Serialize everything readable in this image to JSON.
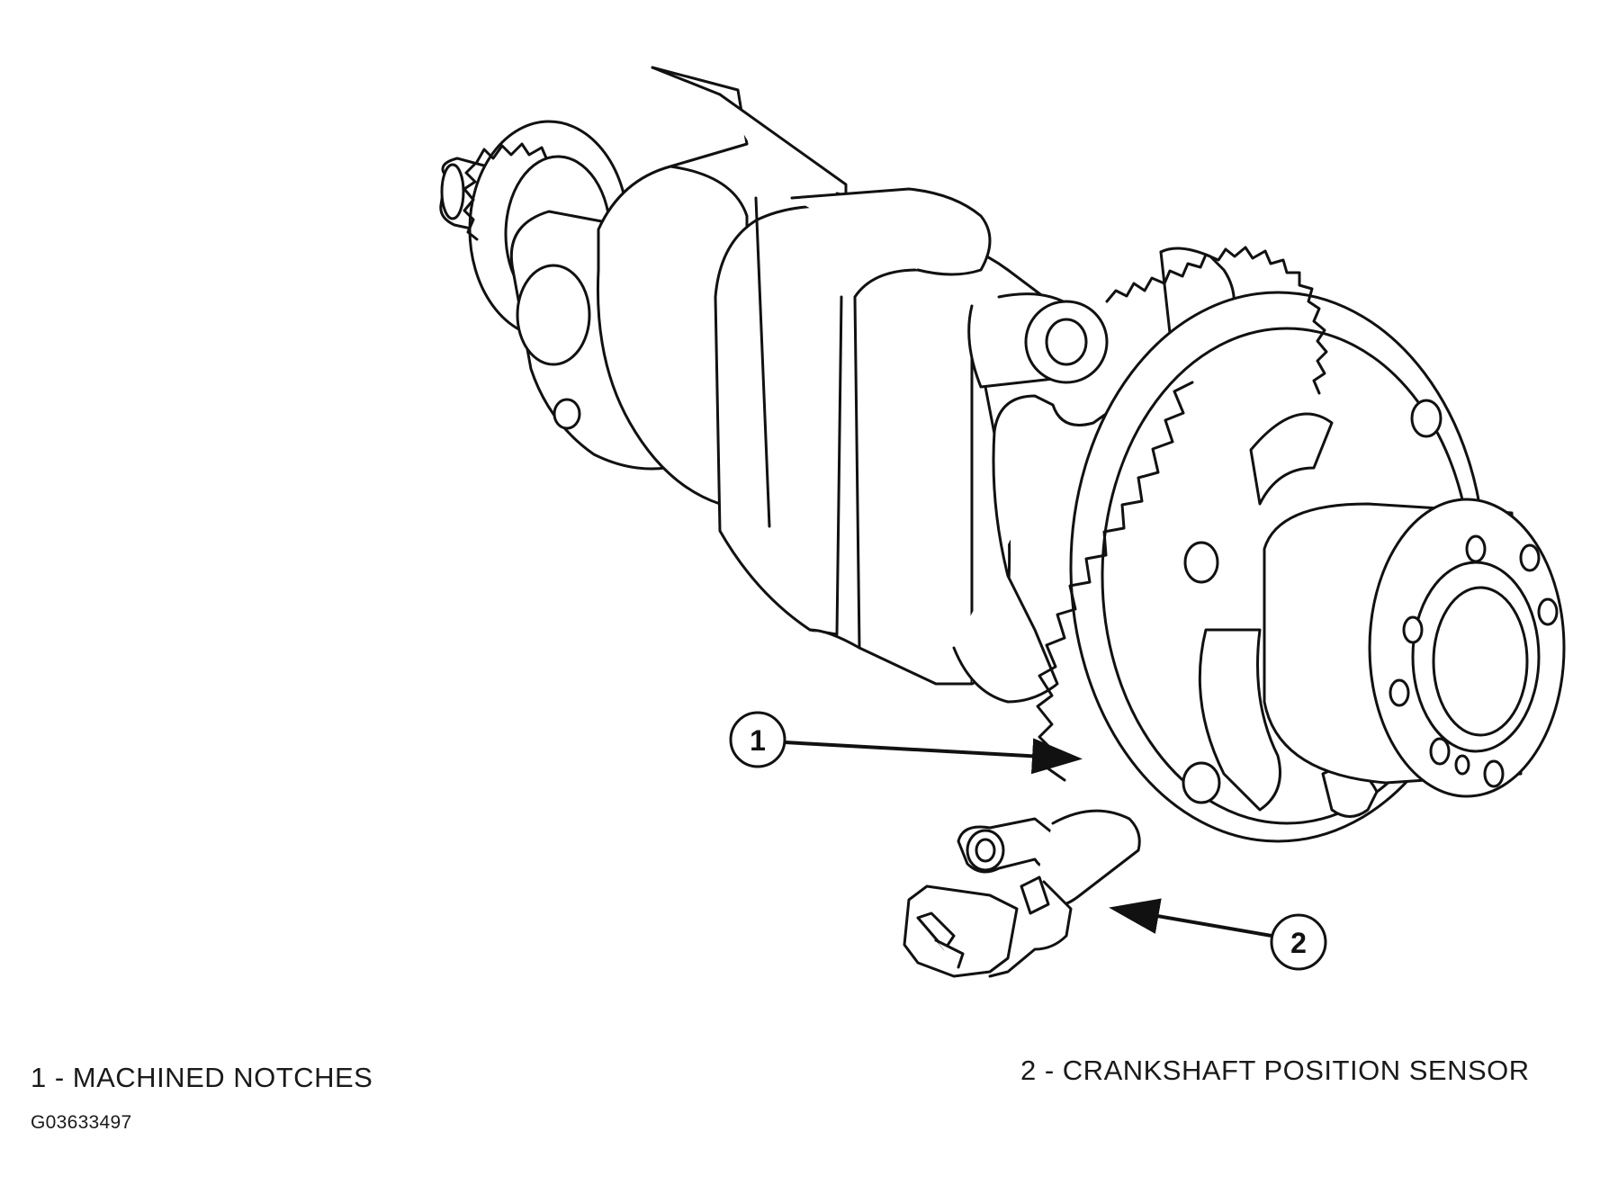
{
  "callouts": [
    {
      "number": "1"
    },
    {
      "number": "2"
    }
  ],
  "legend": {
    "item1": "1 - MACHINED NOTCHES",
    "item2": "2 - CRANKSHAFT POSITION SENSOR"
  },
  "figure_id": "G03633497",
  "colors": {
    "line": "#111111",
    "background": "#ffffff"
  }
}
